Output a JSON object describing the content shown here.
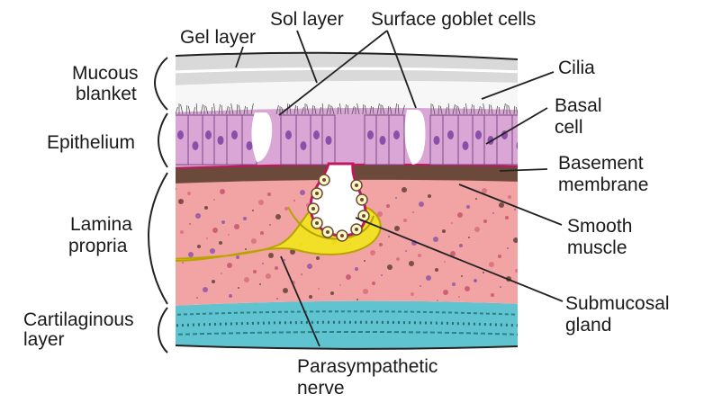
{
  "labels": {
    "gel_layer": "Gel layer",
    "sol_layer": "Sol layer",
    "surface_goblet_cells": "Surface goblet cells",
    "mucous_blanket_1": "Mucous",
    "mucous_blanket_2": "blanket",
    "epithelium": "Epithelium",
    "lamina_propria_1": "Lamina",
    "lamina_propria_2": "propria",
    "cartilaginous_layer_1": "Cartilaginous",
    "cartilaginous_layer_2": "layer",
    "cilia": "Cilia",
    "basal_cell_1": "Basal",
    "basal_cell_2": "cell",
    "basement_membrane_1": "Basement",
    "basement_membrane_2": "membrane",
    "smooth_muscle_1": "Smooth",
    "smooth_muscle_2": "muscle",
    "submucosal_gland_1": "Submucosal",
    "submucosal_gland_2": "gland",
    "parasympathetic_nerve_1": "Parasympathetic",
    "parasympathetic_nerve_2": "nerve"
  },
  "colors": {
    "gel": "#d9d9d9",
    "epithelium": "#d9a6d6",
    "nucleus": "#8a4fa8",
    "basement": "#c0185c",
    "lamina": "#f2a3a3",
    "gland_yellow": "#f2e61a",
    "cartilage": "#5fc4cf",
    "line": "#222222"
  }
}
